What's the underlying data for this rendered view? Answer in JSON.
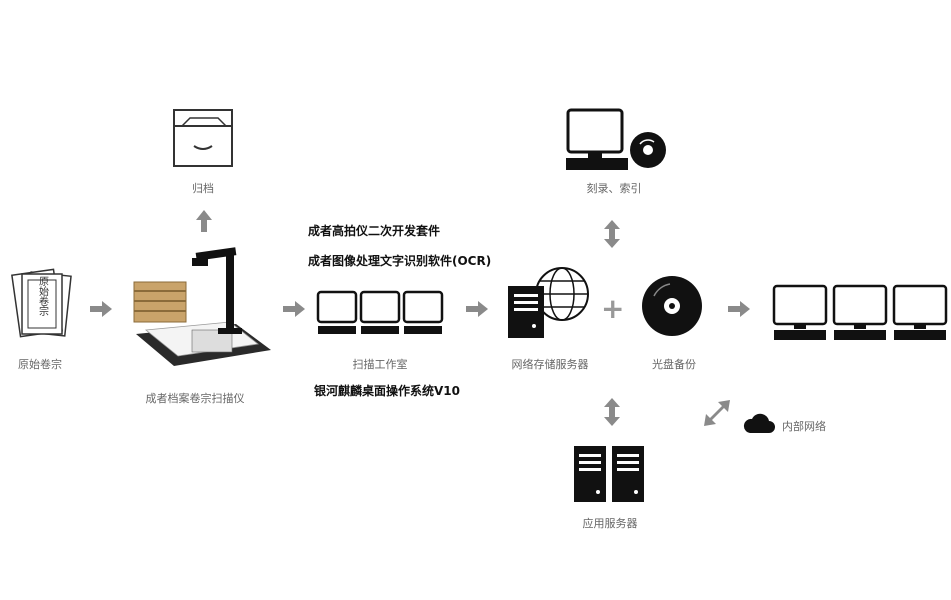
{
  "nodes": {
    "original_files": "原始卷宗",
    "original_paper_text": "原始卷宗",
    "archive": "归档",
    "scanner": "成者档案卷宗扫描仪",
    "workstation": "扫描工作室",
    "storage_server": "网络存储服务器",
    "burn_index": "刻录、索引",
    "disc_backup": "光盘备份",
    "app_server": "应用服务器",
    "intranet": "内部网络"
  },
  "software": {
    "sdk": "成者高拍仪二次开发套件",
    "ocr": "成者图像处理文字识别软件(OCR)",
    "os": "银河麒麟桌面操作系统V10"
  },
  "symbols": {
    "plus": "+"
  },
  "colors": {
    "arrow": "#8a8a8a",
    "icon": "#111111",
    "box": "#c9a36a"
  }
}
